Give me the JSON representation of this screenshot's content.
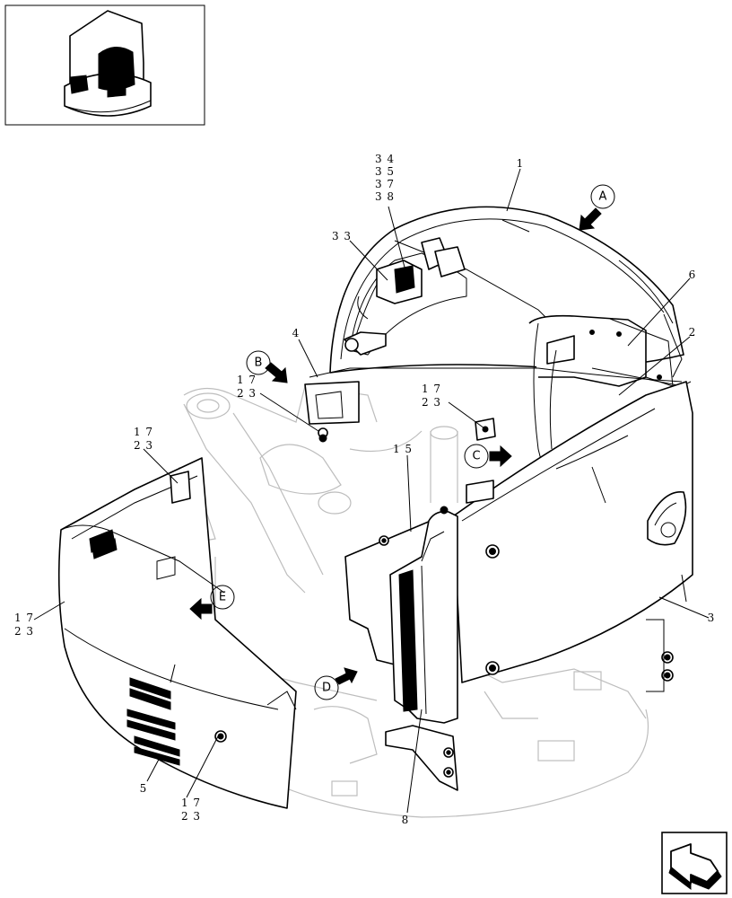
{
  "part_labels": [
    {
      "id": "label-1",
      "lines": [
        "1"
      ]
    },
    {
      "id": "label-2",
      "lines": [
        "2"
      ]
    },
    {
      "id": "label-3",
      "lines": [
        "3"
      ]
    },
    {
      "id": "label-4",
      "lines": [
        "4"
      ]
    },
    {
      "id": "label-5",
      "lines": [
        "5"
      ]
    },
    {
      "id": "label-6",
      "lines": [
        "6"
      ]
    },
    {
      "id": "label-8",
      "lines": [
        "8"
      ]
    },
    {
      "id": "label-15",
      "lines": [
        "1 5"
      ]
    },
    {
      "id": "label-33",
      "lines": [
        "3 3"
      ]
    },
    {
      "id": "label-34-38",
      "lines": [
        "3 4",
        "3 5",
        "3 7",
        "3 8"
      ]
    },
    {
      "id": "label-17-23-a",
      "lines": [
        "1 7",
        "2 3"
      ]
    },
    {
      "id": "label-17-23-b",
      "lines": [
        "1 7",
        "2 3"
      ]
    },
    {
      "id": "label-17-23-c",
      "lines": [
        "1 7",
        "2 3"
      ]
    },
    {
      "id": "label-17-23-d",
      "lines": [
        "1 7",
        "2 3"
      ]
    },
    {
      "id": "label-17-23-e",
      "lines": [
        "1 7",
        "2 3"
      ]
    }
  ],
  "view_callouts": [
    {
      "id": "callout-a",
      "letter": "A"
    },
    {
      "id": "callout-b",
      "letter": "B"
    },
    {
      "id": "callout-c",
      "letter": "C"
    },
    {
      "id": "callout-d",
      "letter": "D"
    },
    {
      "id": "callout-e",
      "letter": "E"
    }
  ],
  "icons": {
    "thumbnail": "machine-overview-thumbnail",
    "nav": "next-page-arrow-icon"
  }
}
